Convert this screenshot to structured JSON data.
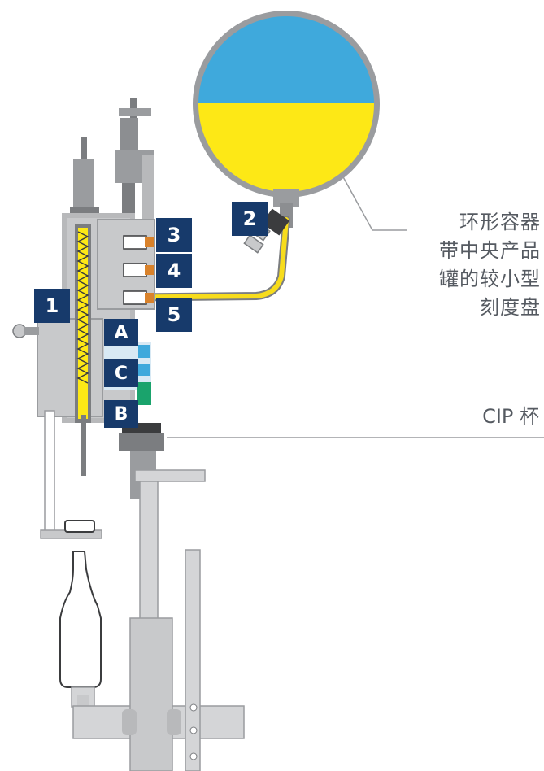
{
  "colors": {
    "tank_top": "#3fa9dc",
    "tank_bottom": "#fde816",
    "badge": "#173a6b",
    "product_line": "#f7dc1c",
    "machine_gray": "#c8c9cb",
    "machine_dark": "#7b7d80",
    "valve_orange": "#d9822b",
    "cip_green": "#1aa36c",
    "cip_blue": "#3fa9dc"
  },
  "badges": {
    "b1": "1",
    "b2": "2",
    "b3": "3",
    "b4": "4",
    "b5": "5",
    "bA": "A",
    "bC": "C",
    "bB": "B"
  },
  "callouts": {
    "ring_tank": [
      "环形容器",
      "带中央产品",
      "罐的较小型",
      "刻度盘"
    ],
    "cip_cup": "CIP 杯"
  },
  "icons": {
    "tank": "ring-bowl-tank",
    "bottle": "glass-bottle-icon"
  }
}
